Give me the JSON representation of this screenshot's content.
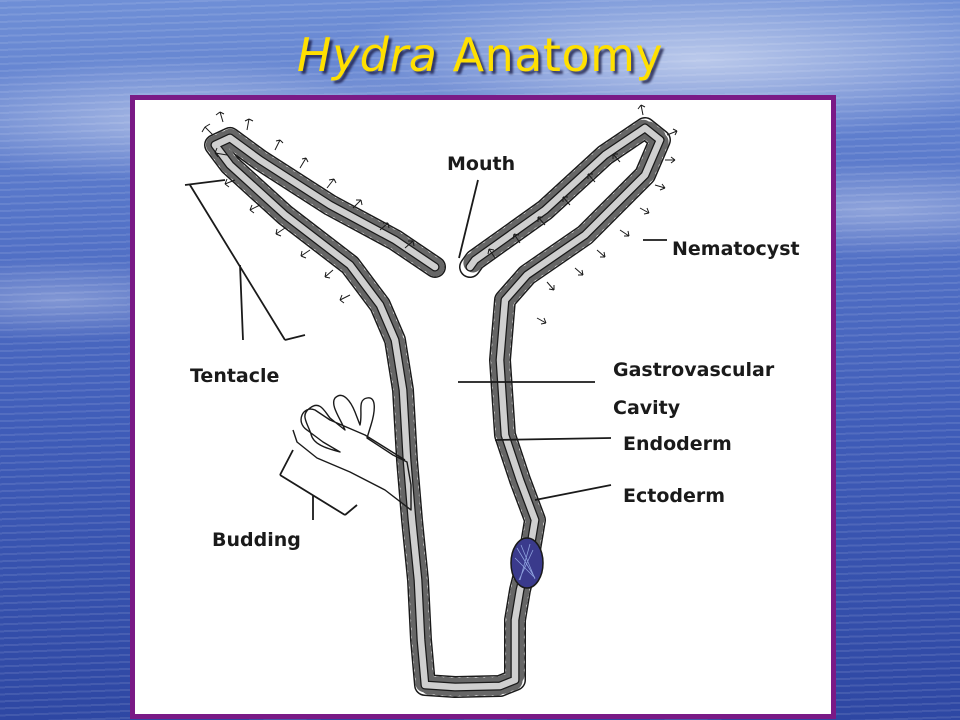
{
  "slide": {
    "title_italic": "Hydra",
    "title_rest": " Anatomy"
  },
  "colors": {
    "title": "#ffe000",
    "frame_border": "#7a1a86",
    "body_fill": "#cfcfcf",
    "bud_fill": "#3a3a8c"
  },
  "diagram": {
    "labels": {
      "mouth": "Mouth",
      "nematocyst": "Nematocyst",
      "tentacle": "Tentacle",
      "gastrovascular": "Gastrovascular",
      "cavity": "Cavity",
      "endoderm": "Endoderm",
      "ectoderm": "Ectoderm",
      "budding": "Budding"
    }
  }
}
